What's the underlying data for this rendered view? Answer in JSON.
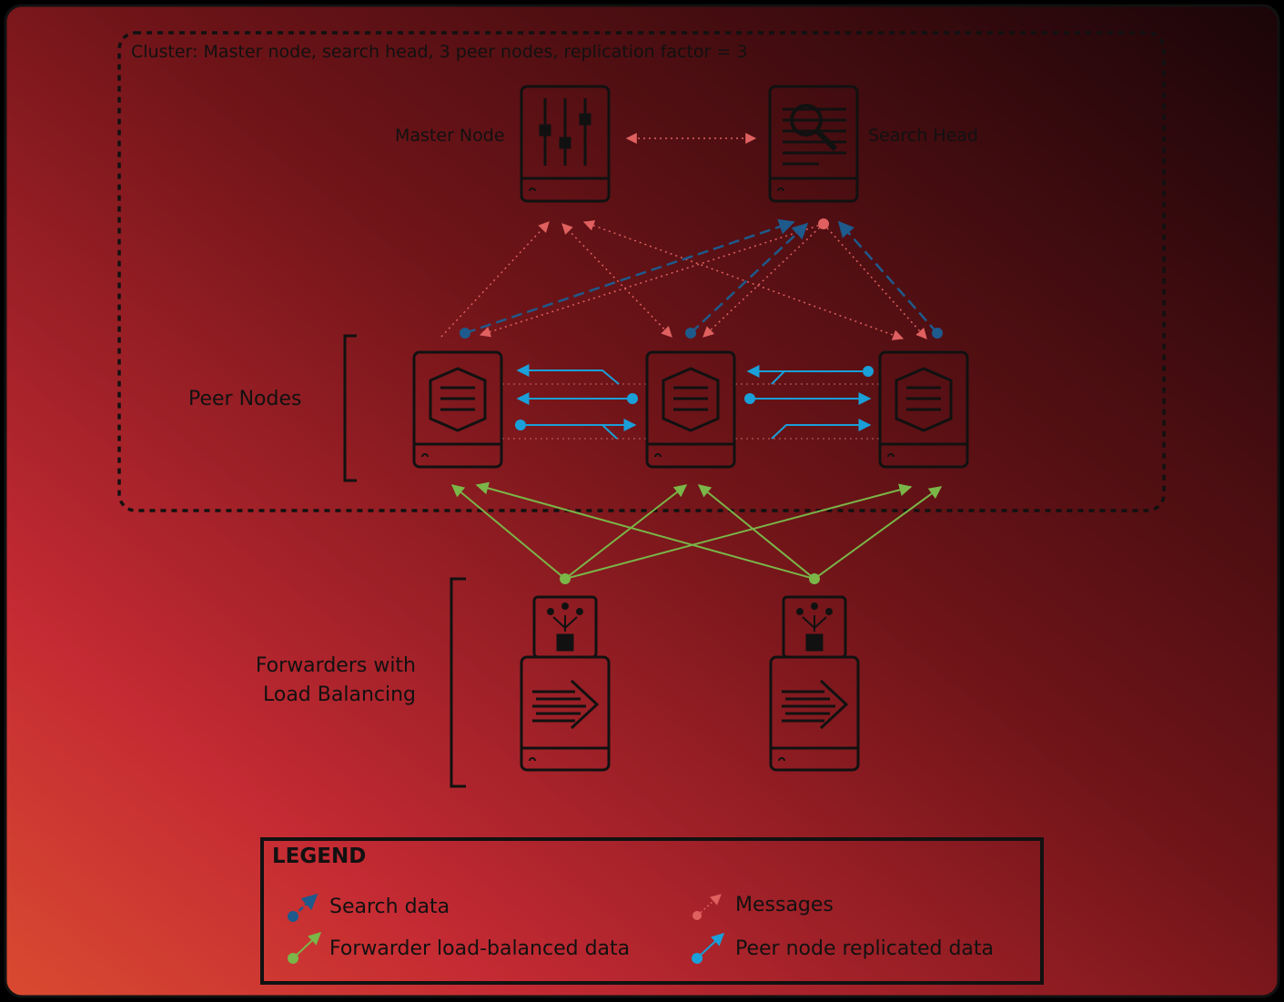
{
  "diagram": {
    "cluster_title": "Cluster: Master node, search head, 3 peer nodes, replication factor = 3",
    "master_label": "Master Node",
    "search_label": "Search Head",
    "peer_label": "Peer Nodes",
    "forwarders_label": "Forwarders with Load Balancing"
  },
  "legend": {
    "title": "LEGEND",
    "search_data": "Search data",
    "forwarder_data": "Forwarder load-balanced data",
    "messages": "Messages",
    "replicated_data": "Peer node replicated data"
  },
  "colors": {
    "search_data": "#1e5a8c",
    "forwarder_data": "#7ab648",
    "messages": "#e06060",
    "replicated_data": "#1a9fd8",
    "background_top": "#2a0a0e",
    "background_bottom": "#d43a3a"
  },
  "icons": {
    "master": "sliders-icon",
    "search_head": "search-document-icon",
    "peer": "indexer-icon",
    "forwarder": "forwarder-icon"
  }
}
